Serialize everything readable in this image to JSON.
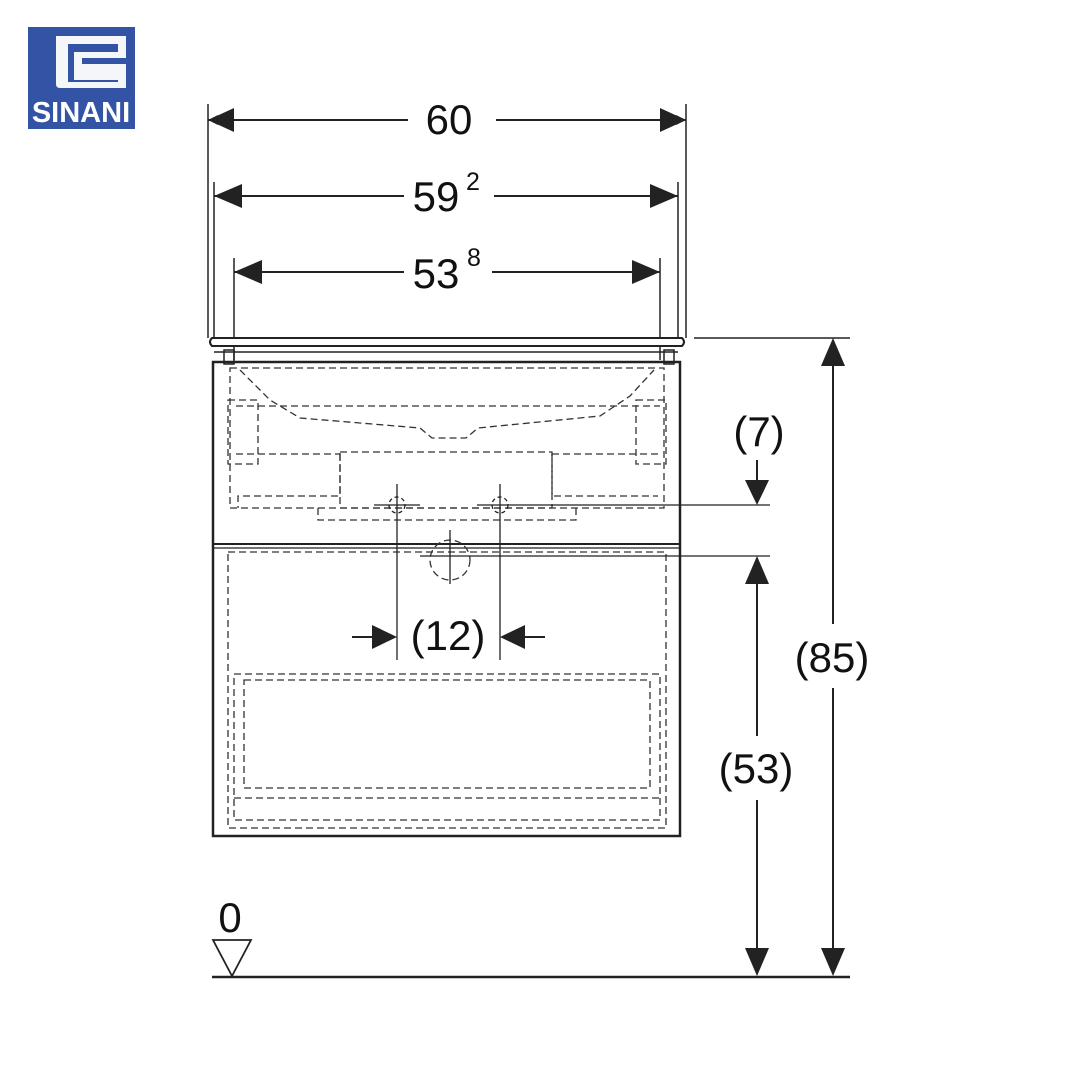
{
  "logo": {
    "text": "SINANI",
    "color": "#3353A4"
  },
  "dimensions": {
    "overall_width": {
      "main": "60",
      "sup": ""
    },
    "top_width": {
      "main": "59",
      "sup": "2"
    },
    "inner_width": {
      "main": "53",
      "sup": "8"
    },
    "tap_hole_depth": "(7)",
    "tap_hole_spacing": "(12)",
    "drain_height": "(53)",
    "total_height": "(85)",
    "floor_level": "0"
  },
  "colors": {
    "line": "#222222",
    "dashed": "#333333"
  }
}
